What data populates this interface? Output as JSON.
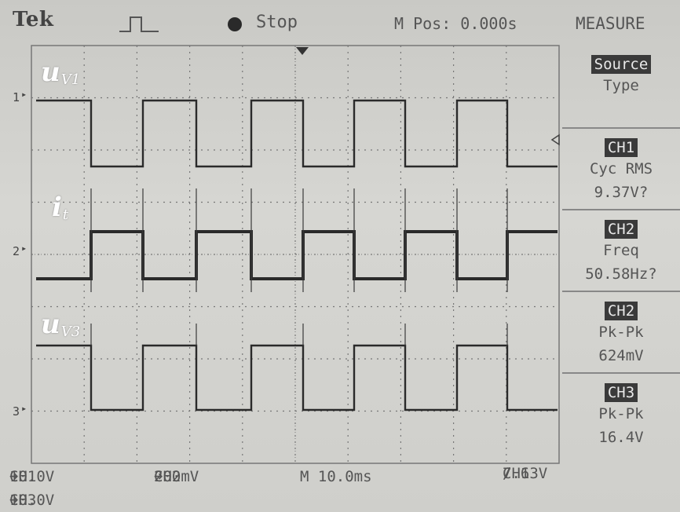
{
  "header": {
    "brand": "Tek",
    "trigger_icon": "pulse-trigger-icon",
    "run_state": "Stop",
    "mpos": "M Pos: 0.000s",
    "menu_title": "MEASURE"
  },
  "channel_markers": [
    "1",
    "2",
    "3"
  ],
  "trace_labels": {
    "uv1": {
      "main": "u",
      "sub": "V1"
    },
    "it": {
      "main": "i",
      "sub": "t"
    },
    "uv3": {
      "main": "u",
      "sub": "V3"
    }
  },
  "side_menu": {
    "source": {
      "highlight": "Source",
      "line": "Type"
    },
    "m1": {
      "ch": "CH1",
      "type": "Cyc RMS",
      "value": "9.37V?"
    },
    "m2": {
      "ch": "CH2",
      "type": "Freq",
      "value": "50.58Hz?"
    },
    "m3": {
      "ch": "CH2",
      "type": "Pk-Pk",
      "value": "624mV"
    },
    "m4": {
      "ch": "CH3",
      "type": "Pk-Pk",
      "value": "16.4V"
    }
  },
  "status": {
    "ch1": "CH1",
    "ch1_scale": "10.0V",
    "ch2": "CH2",
    "ch2_scale": "200mV",
    "timebase": "M 10.0ms",
    "trig_ch": "CH1",
    "trig_level": "7.63V",
    "ch3": "CH3",
    "ch3_scale": "10.0V"
  },
  "colors": {
    "screen": "#cfcfcb",
    "trace": "#2a2a2a",
    "grid": "#6a6a6a",
    "highlight": "#3a3a3a"
  }
}
